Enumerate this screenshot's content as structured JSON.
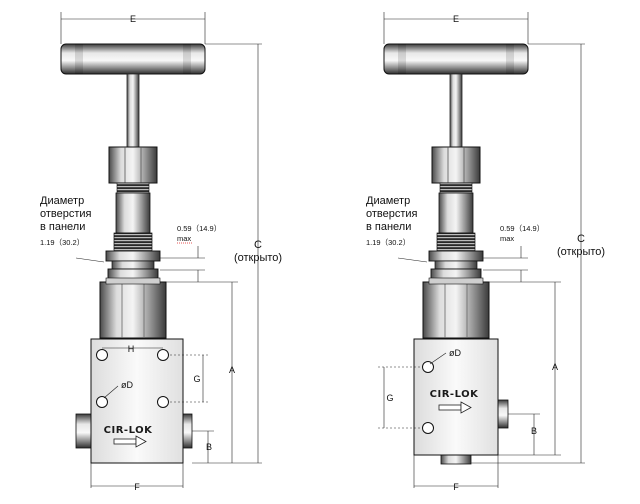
{
  "labels": {
    "E": "E",
    "C": "C",
    "open": "(открыто)",
    "A": "A",
    "B": "B",
    "F": "F",
    "G": "G",
    "H": "H",
    "D": "øD",
    "panel_line1": "Диаметр",
    "panel_line2": "отверстия",
    "panel_line3": "в панели",
    "panel_dim": "1.19（30.2）",
    "thick_dim": "0.59（14.9）",
    "max": "max",
    "brand": "CIR-LOK"
  },
  "colors": {
    "body_fill": "#f1f1f1",
    "metal_dark": "#3a3a3a",
    "metal_mid": "#9a9a9a",
    "metal_light": "#e4e4e4",
    "red_underline": "#e02020"
  }
}
